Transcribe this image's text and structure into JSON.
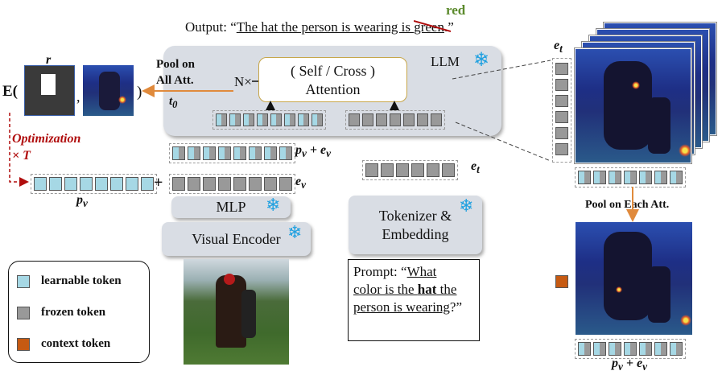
{
  "output": {
    "prefix": "Output: “",
    "underlined": "The hat the person is wearing is ",
    "strike": "green",
    "suffix": ".”",
    "correction": "red"
  },
  "llm": {
    "label": "LLM",
    "n_label": "N×",
    "attention_line1": "( Self / Cross )",
    "attention_line2": "Attention"
  },
  "left": {
    "e_prefix": "E(",
    "e_suffix": ")",
    "r_label": "r",
    "pool_line1": "Pool on",
    "pool_line2": "All Att.",
    "t0_label": "t",
    "t0_sub": "0",
    "optim_line1": "Optimization",
    "optim_line2": "× T",
    "pv_label": "p",
    "pv_sub": "v",
    "plus": "+"
  },
  "labels": {
    "pv_plus_ev": "p",
    "pv_plus_ev_sub1": "v",
    "pv_plus_ev_mid": " + e",
    "pv_plus_ev_sub2": "v",
    "ev": "e",
    "ev_sub": "v",
    "et": "e",
    "et_sub": "t"
  },
  "boxes": {
    "mlp": "MLP",
    "visual_encoder": "Visual Encoder",
    "tokenizer_line1": "Tokenizer &",
    "tokenizer_line2": "Embedding"
  },
  "prompt": {
    "prefix": "Prompt: “",
    "q1": "What",
    "q2": "color is the ",
    "q_bold": "hat",
    "q3": " the",
    "q4": "person is wearing",
    "suffix": "?”"
  },
  "right": {
    "et_label": "e",
    "et_sub": "t",
    "pool_each": "Pool on Each Att.",
    "bottom_label": "p",
    "bottom_sub1": "v",
    "bottom_mid": " + e",
    "bottom_sub2": "v"
  },
  "legend": {
    "learnable": "learnable token",
    "frozen": "frozen token",
    "context": "context token"
  },
  "colors": {
    "learnable": "#a6d8e5",
    "frozen": "#999999",
    "context": "#c65a12",
    "arrow": "#e08a3c",
    "optim": "#b00d0d",
    "correction": "#5b8a2c",
    "snowflake": "#1fa0e0"
  },
  "icons": [
    "snowflake-icon"
  ]
}
